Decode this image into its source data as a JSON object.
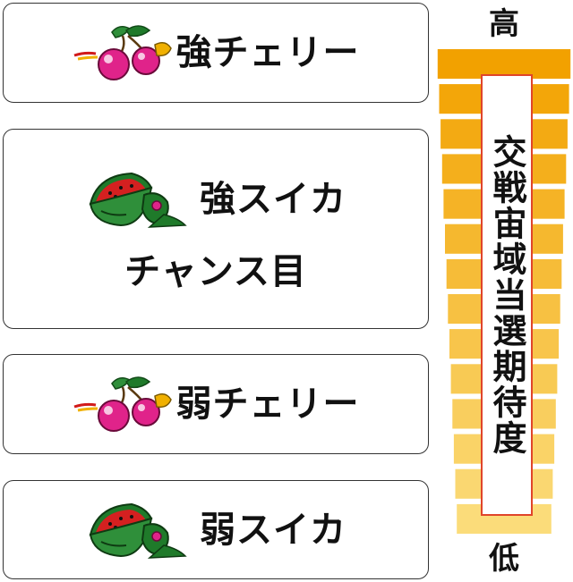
{
  "colors": {
    "meter_top": "#f2a100",
    "meter_bottom": "#fbdc7a",
    "panel_border": "#e0452a",
    "cherry_pink": "#e0238a",
    "leaf_green": "#1f7a2a",
    "melon_red": "#d42020"
  },
  "boxes": [
    {
      "icon": "cherry-icon",
      "label": "強チェリー"
    },
    {
      "icon": "watermelon-icon",
      "label": "強スイカ",
      "label2": "チャンス目"
    },
    {
      "icon": "cherry-icon",
      "label": "弱チェリー"
    },
    {
      "icon": "watermelon-icon",
      "label": "弱スイカ"
    }
  ],
  "meter": {
    "high_label": "高",
    "low_label": "低",
    "title": "交戦宙域当選期待度"
  }
}
